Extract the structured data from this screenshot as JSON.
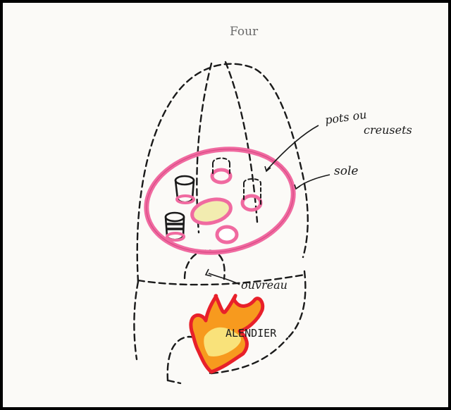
{
  "title": "Four",
  "labels": {
    "pots_line1": "pots ou",
    "pots_line2": "creusets",
    "sole": "sole",
    "ouvreau": "ouvreau",
    "alendier": "ALENDIER"
  },
  "colors": {
    "ink": "#1a1a1a",
    "sole_pink": "#f06aa0",
    "flame_red": "#e8202a",
    "flame_orange": "#f79a1e",
    "flame_yellow": "#f9e27a",
    "center_yellow": "#f2ecb0"
  }
}
